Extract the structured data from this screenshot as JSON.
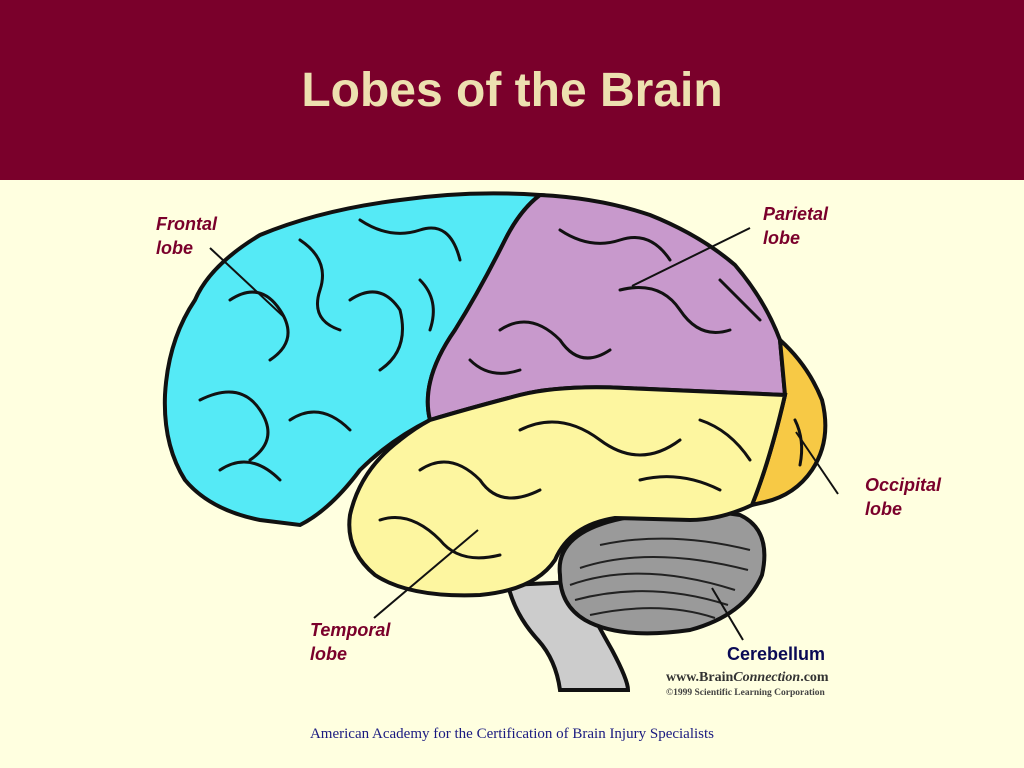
{
  "slide": {
    "title": "Lobes of the Brain",
    "footer": "American Academy for the Certification of Brain Injury Specialists"
  },
  "diagram": {
    "labels": {
      "frontal": [
        "Frontal",
        "lobe"
      ],
      "parietal": [
        "Parietal",
        "lobe"
      ],
      "occipital": [
        "Occipital",
        "lobe"
      ],
      "temporal": [
        "Temporal",
        "lobe"
      ],
      "cerebellum": "Cerebellum"
    },
    "credit": {
      "site_prefix": "www.Brain",
      "site_em": "Connection",
      "site_suffix": ".com",
      "copyright": "©1999 Scientific Learning Corporation"
    },
    "colors": {
      "frontal": "#55eaf6",
      "parietal": "#c899cc",
      "temporal": "#fdf6a0",
      "occipital": "#f7c945",
      "cerebellum": "#9a9a9a",
      "brainstem": "#cccccc",
      "header": "#7a002b"
    }
  }
}
